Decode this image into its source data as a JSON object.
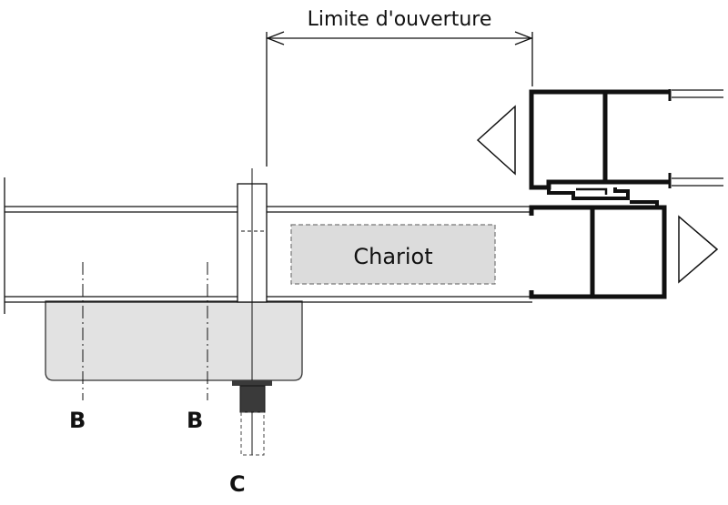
{
  "labels": {
    "opening_limit": "Limite d'ouverture",
    "carriage": "Chariot",
    "b_left": "B",
    "b_right": "B",
    "c": "C"
  },
  "colors": {
    "line": "#111111",
    "gray_fill": "#e2e2e2",
    "carriage_fill": "#dcdcdc",
    "carriage_border": "#777777",
    "bolt": "#3a3a3a"
  }
}
